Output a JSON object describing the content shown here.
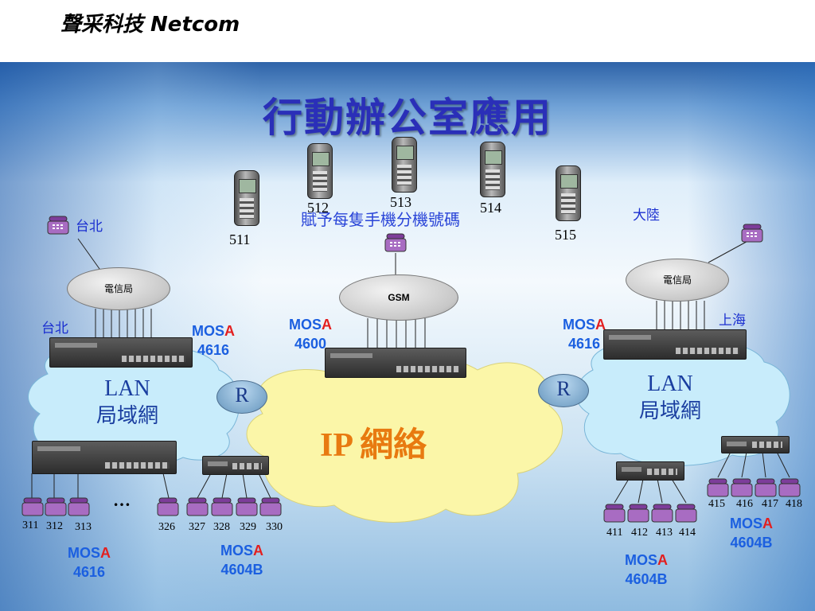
{
  "header": {
    "brand": "聲采科技 Netcom"
  },
  "title": "行動辦公室應用",
  "caption": "賦予每隻手機分機號碼",
  "mobiles": [
    {
      "label": "511"
    },
    {
      "label": "512"
    },
    {
      "label": "513"
    },
    {
      "label": "514"
    },
    {
      "label": "515"
    }
  ],
  "regions": {
    "taipei_top": "台北",
    "taipei_mid": "台北",
    "mainland": "大陸",
    "shanghai": "上海"
  },
  "clouds": {
    "telecom_left": "電信局",
    "telecom_right": "電信局",
    "gsm": "GSM",
    "ip_network": "IP 網絡",
    "lan_left_1": "LAN",
    "lan_left_2": "局域網",
    "lan_right_1": "LAN",
    "lan_right_2": "局域網",
    "router_left": "R",
    "router_right": "R"
  },
  "devices": {
    "left_top": {
      "mos": "MOS",
      "a": "A",
      "model": "4616"
    },
    "center": {
      "mos": "MOS",
      "a": "A",
      "model": "4600"
    },
    "right_top": {
      "mos": "MOS",
      "a": "A",
      "model": "4616"
    },
    "left_bottom": {
      "mos": "MOS",
      "a": "A",
      "model": "4616"
    },
    "left_small": {
      "mos": "MOS",
      "a": "A",
      "model": "4604B"
    },
    "right_small_a": {
      "mos": "MOS",
      "a": "A",
      "model": "4604B"
    },
    "right_small_b": {
      "mos": "MOS",
      "a": "A",
      "model": "4604B"
    }
  },
  "extensions": {
    "left_group": [
      "311",
      "312",
      "313"
    ],
    "ellipsis": "…",
    "left_group_b": [
      "326",
      "327",
      "328",
      "329",
      "330"
    ],
    "right_group_a": [
      "411",
      "412",
      "413",
      "414"
    ],
    "right_group_b": [
      "415",
      "416",
      "417",
      "418"
    ]
  },
  "colors": {
    "title": "#2a2fb8",
    "mos": "#1b5fe0",
    "mos_a": "#e31f1f",
    "ip_cloud": "#fbf6a8",
    "lan_cloud": "#c8ecfb"
  }
}
